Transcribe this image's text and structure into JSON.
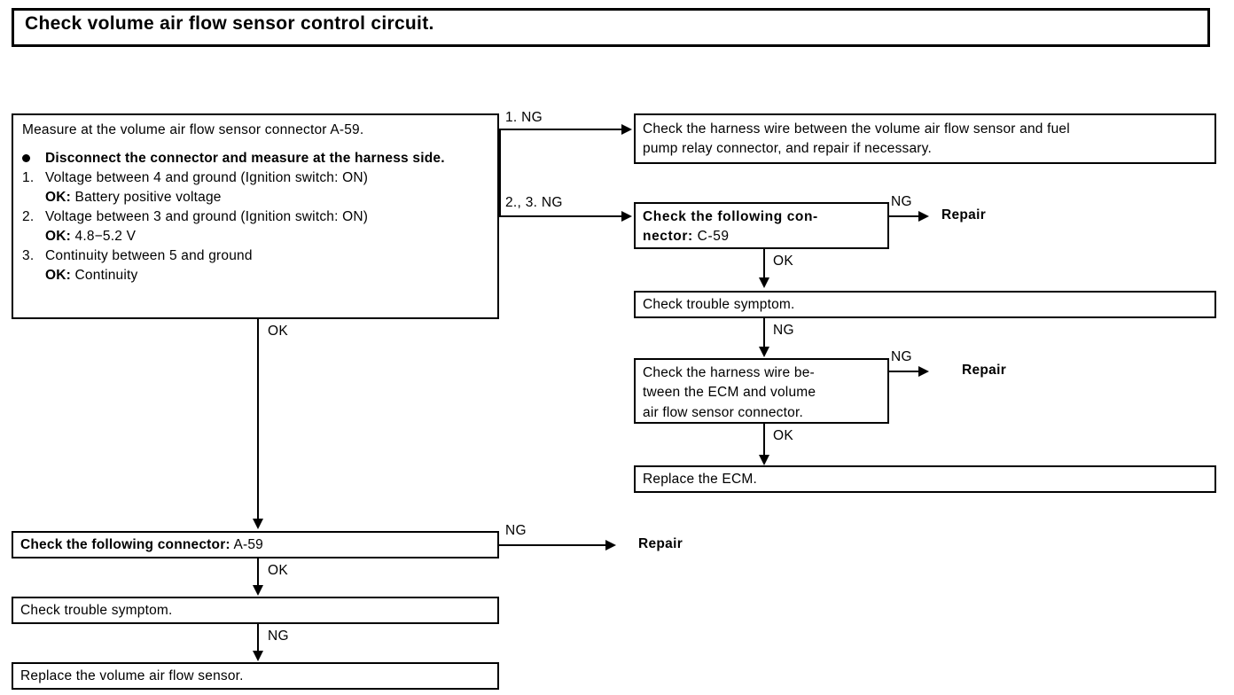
{
  "title": {
    "text": "Check volume air flow sensor control circuit."
  },
  "main_step": {
    "heading": "Measure at the volume air flow sensor connector A-59.",
    "bullet": "Disconnect the connector and measure at the harness side.",
    "items": [
      {
        "number": "1.",
        "text": "Voltage between 4 and ground (Ignition switch: ON)",
        "ok_label": "OK:",
        "ok_value": "Battery positive voltage"
      },
      {
        "number": "2.",
        "text": "Voltage between 3 and ground (Ignition switch: ON)",
        "ok_label": "OK:",
        "ok_value": "4.8−5.2 V"
      },
      {
        "number": "3.",
        "text": "Continuity between 5 and ground",
        "ok_label": "OK:",
        "ok_value": "Continuity"
      }
    ]
  },
  "branches": {
    "ng_1": "1. NG",
    "ng_23": "2., 3. NG",
    "ok": "OK",
    "ng": "NG"
  },
  "right_column": {
    "harness_fuel_pump": {
      "line1": "Check the harness wire between the volume air flow sensor and fuel",
      "line2": "pump relay connector, and repair if necessary."
    },
    "connector_c59": {
      "line1": "Check the following con-",
      "line2_label": "nector:",
      "line2_value": "C-59"
    },
    "trouble_symptom": "Check trouble symptom.",
    "harness_ecm": {
      "line1": "Check the harness wire be-",
      "line2": "tween the ECM and volume",
      "line3": "air flow sensor connector."
    },
    "replace_ecm": "Replace the ECM.",
    "repair_c59": "Repair",
    "repair_ecm": "Repair"
  },
  "left_column": {
    "connector_a59_label": "Check the following connector:",
    "connector_a59_value": "A-59",
    "repair_a59": "Repair",
    "trouble_symptom": "Check trouble symptom.",
    "replace_sensor": "Replace the volume air flow sensor."
  },
  "colors": {
    "ink": "#000000",
    "paper": "#ffffff"
  }
}
